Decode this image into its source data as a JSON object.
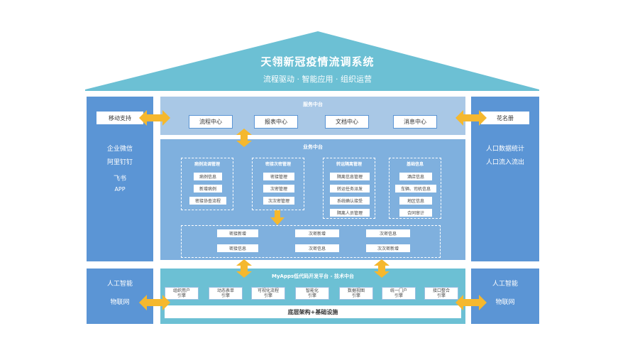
{
  "roof": {
    "title": "天翎新冠疫情流调系统",
    "subtitle": "流程驱动 · 智能应用 · 组织运营"
  },
  "left_top": {
    "box": "移动支持",
    "items": [
      "企业微信",
      "阿里钉钉",
      "飞书",
      "APP"
    ]
  },
  "right_top": {
    "box": "花名册",
    "items": [
      "人口数据统计",
      "人口流入流出"
    ]
  },
  "left_bottom": {
    "items": [
      "人工智能",
      "物联网"
    ]
  },
  "right_bottom": {
    "items": [
      "人工智能",
      "物联网"
    ]
  },
  "service_center": {
    "title": "服务中台",
    "items": [
      "流程中心",
      "报表中心",
      "文档中心",
      "消息中心"
    ]
  },
  "business_center": {
    "title": "业务中台",
    "groups": [
      {
        "title": "病例流调管理",
        "items": [
          "病例信息",
          "新增病例",
          "密接协查流程"
        ]
      },
      {
        "title": "密接次密管理",
        "items": [
          "密接管理",
          "次密管理",
          "次次密管理"
        ]
      },
      {
        "title": "转运隔离管理",
        "items": [
          "隔离信息管理",
          "转运任务派发",
          "系统确认接受",
          "隔离人员管理"
        ]
      },
      {
        "title": "基础信息",
        "items": [
          "酒店信息",
          "车辆、司机信息",
          "地区信息",
          "合同审计"
        ]
      }
    ],
    "bottom_rows": [
      [
        "密接新增",
        "次密新增",
        "次密信息"
      ],
      [
        "密接信息",
        "次密信息",
        "次次密新增"
      ]
    ]
  },
  "tech_center": {
    "title": "MyApps低代码开发平台 - 技术中台",
    "engines": [
      "组织用户\n引擎",
      "动态表单\n引擎",
      "可视化流程\n引擎",
      "智能化\n引擎",
      "数据视图\n引擎",
      "统一门户\n引擎",
      "接口整合\n引擎"
    ],
    "base": "底层架构+基础设施"
  },
  "colors": {
    "roof": "#6cc0d4",
    "side": "#5b95d5",
    "arrow": "#f5b82e"
  }
}
